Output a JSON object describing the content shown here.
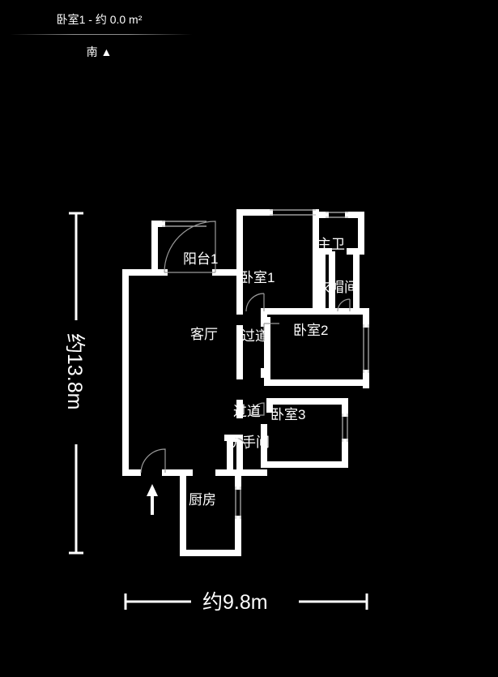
{
  "header": {
    "title": "卧室1 - 约 0.0 m²",
    "compass": "南 ▲"
  },
  "rooms": {
    "balcony1": "阳台1",
    "bedroom1": "卧室1",
    "master_bath": "主卫",
    "cloakroom": "衣帽间",
    "living_room": "客厅",
    "corridor_upper": "过道",
    "bedroom2": "卧室2",
    "corridor_lower": "过道",
    "bedroom3": "卧室3",
    "washroom": "洗手间",
    "kitchen": "厨房"
  },
  "dimensions": {
    "width": "约9.8m",
    "height": "约13.8m"
  },
  "colors": {
    "background": "#000000",
    "walls": "#ffffff",
    "text": "#ffffff"
  },
  "icons": {
    "entrance": "entrance-arrow-icon"
  }
}
